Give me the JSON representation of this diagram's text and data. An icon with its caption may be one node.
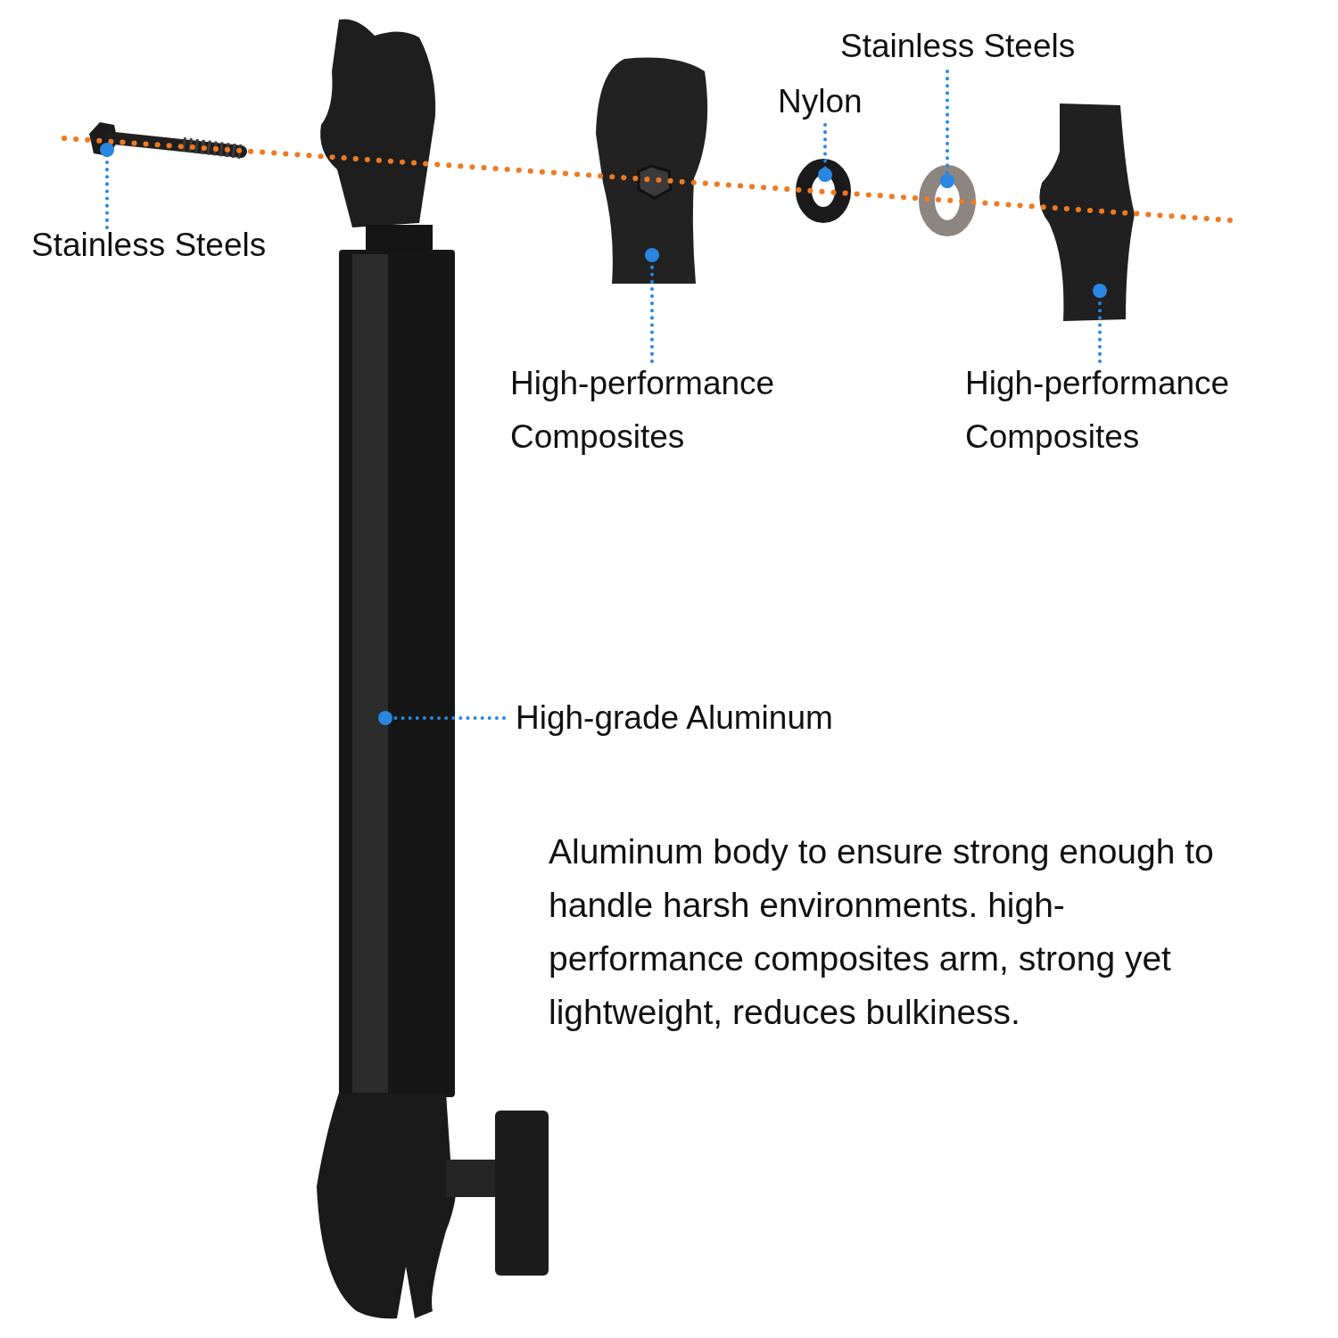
{
  "diagram": {
    "nodes": [
      {
        "text": [
          "Stainless Steels"
        ]
      },
      {
        "text": [],
        "shape": "picture"
      },
      {
        "text": [],
        "shape": "picture"
      },
      {
        "text": [
          "High-grade Aluminum"
        ]
      },
      {
        "text": [
          "Nylon"
        ]
      },
      {
        "text": [],
        "shape": "circle"
      },
      {
        "text": [
          "Stainless Steels"
        ]
      },
      {
        "text": [],
        "shape": "circle"
      },
      {
        "text": [
          "High-performance Composites"
        ]
      },
      {
        "text": [],
        "shape": "picture"
      },
      {
        "text": [
          "High-performance Composites"
        ]
      },
      {
        "text": [],
        "shape": "picture"
      }
    ],
    "edges": [
      {
        "from": 0,
        "to": 1,
        "arrow": "other"
      },
      {
        "from": 4,
        "to": 5,
        "arrow": "other"
      },
      {
        "from": 6,
        "to": 7,
        "arrow": "other"
      },
      {
        "from": 8,
        "to": 9,
        "arrow": "other"
      },
      {
        "from": 10,
        "to": 11,
        "arrow": "other"
      },
      {
        "from": 3,
        "to": 2,
        "arrow": "other"
      }
    ],
    "labels": [
      "Aluminum body to ensure strong enough to handle harsh environments. high-performance composites arm, strong yet lightweight, reduces bulkiness."
    ]
  }
}
